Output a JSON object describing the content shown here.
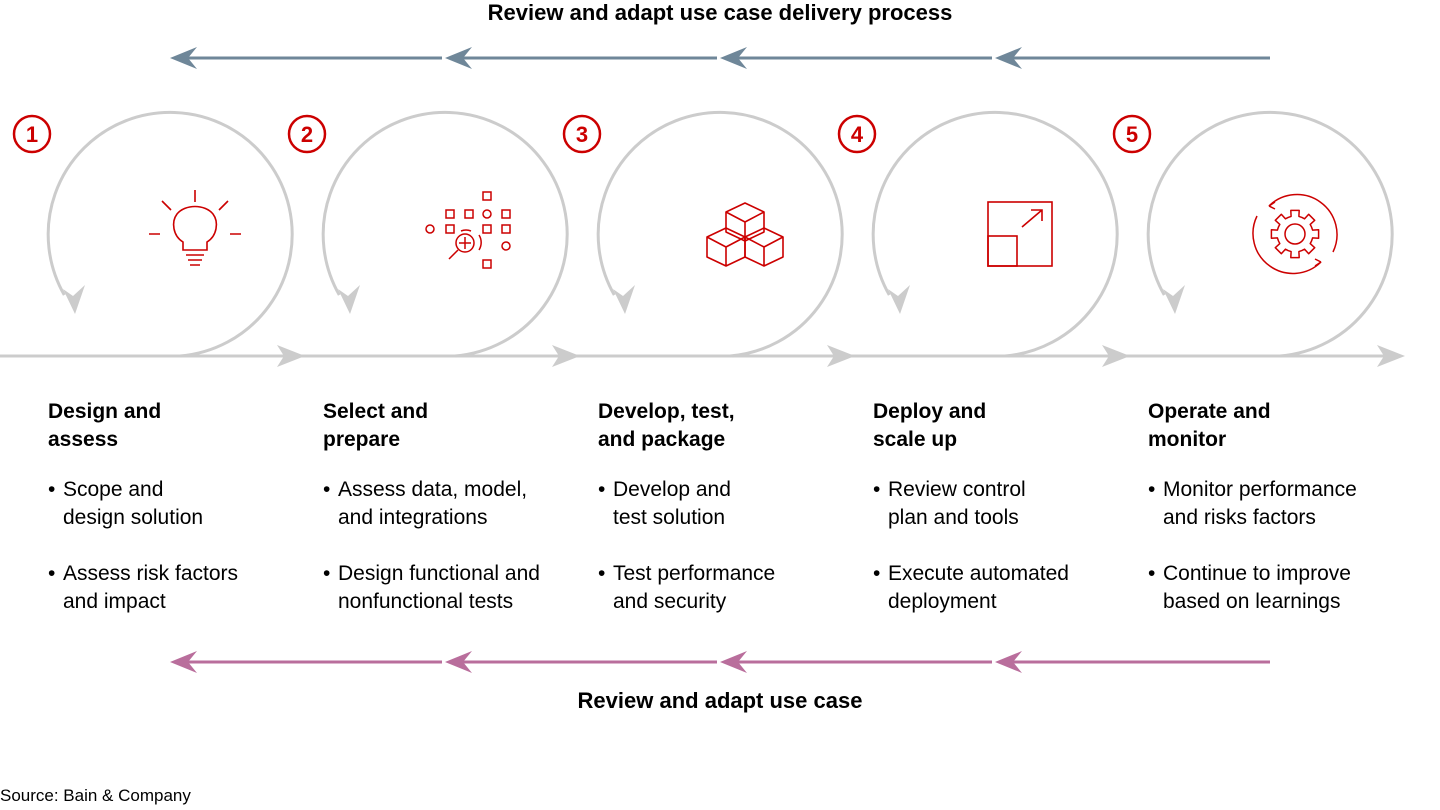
{
  "header": {
    "title": "Review and adapt use case delivery process"
  },
  "footer_process": {
    "title": "Review and adapt use case"
  },
  "colors": {
    "accent_red": "#cc0000",
    "loop_gray": "#cccccc",
    "top_arrow": "#6f8799",
    "bottom_arrow": "#b96e9c"
  },
  "steps": [
    {
      "number": "1",
      "icon": "lightbulb-icon",
      "heading": "Design and\nassess",
      "bullets": [
        "Scope and\ndesign solution",
        "Assess risk factors\nand impact"
      ]
    },
    {
      "number": "2",
      "icon": "data-search-icon",
      "heading": "Select and\nprepare",
      "bullets": [
        "Assess data, model,\nand integrations",
        "Design functional and\nnonfunctional tests"
      ]
    },
    {
      "number": "3",
      "icon": "cubes-icon",
      "heading": "Develop, test,\nand package",
      "bullets": [
        "Develop and\ntest solution",
        "Test performance\nand security"
      ]
    },
    {
      "number": "4",
      "icon": "scale-up-icon",
      "heading": "Deploy and\nscale up",
      "bullets": [
        "Review control\nplan and tools",
        "Execute automated\ndeployment"
      ]
    },
    {
      "number": "5",
      "icon": "gear-cycle-icon",
      "heading": "Operate and\nmonitor",
      "bullets": [
        "Monitor performance\nand risks factors",
        "Continue to improve\nbased on learnings"
      ]
    }
  ],
  "source": "Source: Bain & Company"
}
